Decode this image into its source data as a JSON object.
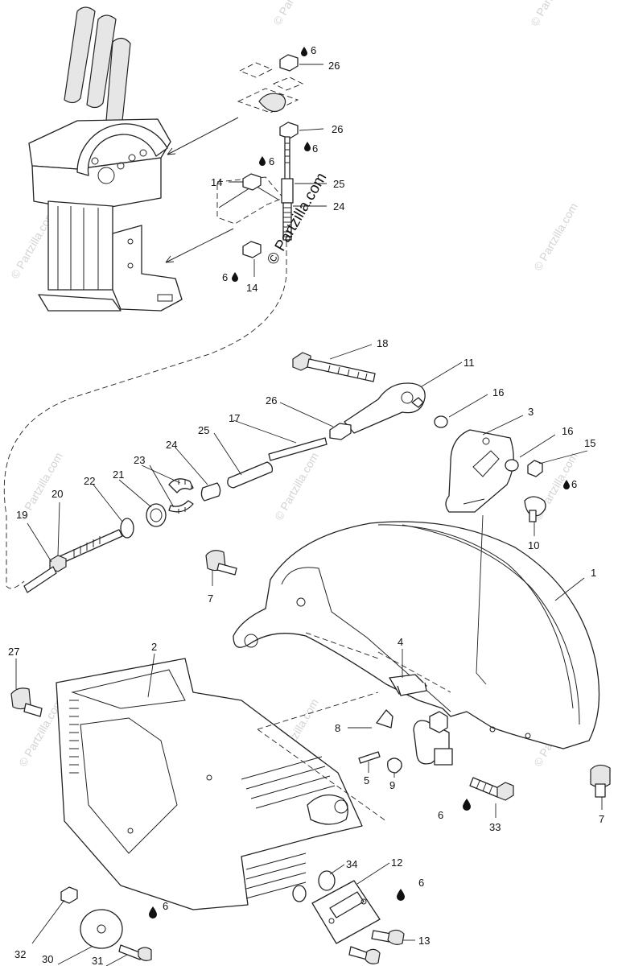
{
  "watermark": {
    "brand_text": "© Partzilla.com",
    "tile_text": "© Partzilla.com"
  },
  "callouts": {
    "c26a": "26",
    "c6a": "6",
    "c26b": "26",
    "c6b": "6",
    "c14a": "14",
    "c6c": "6",
    "c25a": "25",
    "c24a": "24",
    "c6d": "6",
    "c14b": "14",
    "c18": "18",
    "c11": "11",
    "c26c": "26",
    "c16a": "16",
    "c3": "3",
    "c17": "17",
    "c16b": "16",
    "c15": "15",
    "c6e": "6",
    "c25b": "25",
    "c24b": "24",
    "c23": "23",
    "c21": "21",
    "c22": "22",
    "c20": "20",
    "c19": "19",
    "c10": "10",
    "c1": "1",
    "c7a": "7",
    "c27": "27",
    "c2": "2",
    "c4": "4",
    "c8": "8",
    "c5": "5",
    "c9": "9",
    "c6f": "6",
    "c33": "33",
    "c7b": "7",
    "c34": "34",
    "c12": "12",
    "c6g": "6",
    "c13": "13",
    "c6h": "6",
    "c32": "32",
    "c30": "30",
    "c31": "31"
  },
  "colors": {
    "line": "#222222",
    "watermark": "#d4d4d4",
    "fill_gray": "#e6e6e6"
  },
  "icons": {
    "lube_marker": "oil-drop-icon"
  }
}
